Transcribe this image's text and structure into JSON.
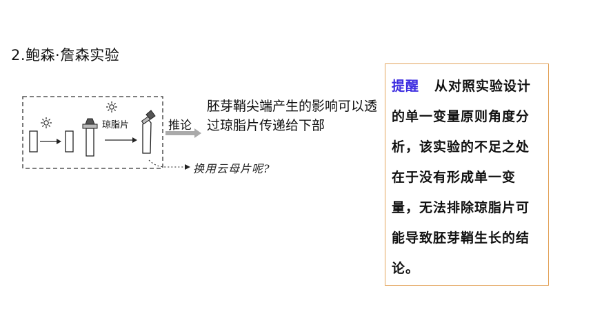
{
  "title": "2.鲍森·詹森实验",
  "diagram": {
    "agar_label": "琼脂片",
    "infer_label": "推论",
    "conclusion": "胚芽鞘尖端产生的影响可以透过琼脂片传递给下部",
    "hand_note": "换用云母片呢?"
  },
  "tip": {
    "keyword": "提醒",
    "text": "从对照实验设计的单一变量原则角度分析，该实验的不足之处在于没有形成单一变量，无法排除琼脂片可能导致胚芽鞘生长的结论。"
  },
  "colors": {
    "tip_keyword": "#3b2be0",
    "tip_border": "#e3a35a"
  },
  "icons": [
    "sun-icon",
    "sun-icon"
  ]
}
